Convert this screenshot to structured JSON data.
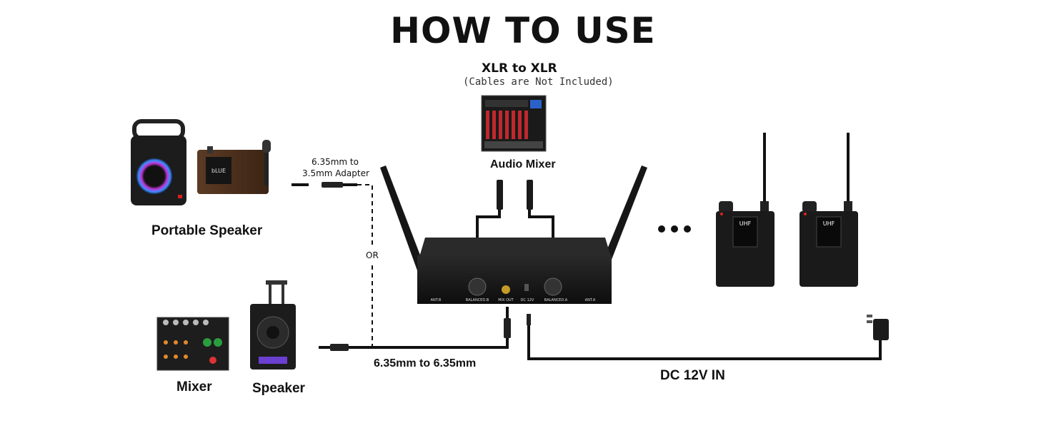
{
  "title": "HOW TO USE",
  "mixer_top": {
    "heading": "XLR to XLR",
    "note": "(Cables are Not Included)",
    "label": "Audio Mixer"
  },
  "adapter_label": [
    "6.35mm to",
    "3.5mm Adapter"
  ],
  "portable_speaker_label": "Portable Speaker",
  "or_label": "OR",
  "mixer_label": "Mixer",
  "speaker_label": "Speaker",
  "cable_label": "6.35mm to 6.35mm",
  "dc_label": "DC 12V IN",
  "receiver": {
    "ports": [
      "ANT.B",
      "BALANCED.B",
      "MIX OUT",
      "DC 12V",
      "BALANCED.A",
      "ANT.A"
    ]
  },
  "bodypack": {
    "brand": "UHF",
    "count_indicator": "• • •"
  },
  "colors": {
    "device": "#1a1a1a",
    "accent_red": "#b3262c",
    "cable": "#111111"
  }
}
